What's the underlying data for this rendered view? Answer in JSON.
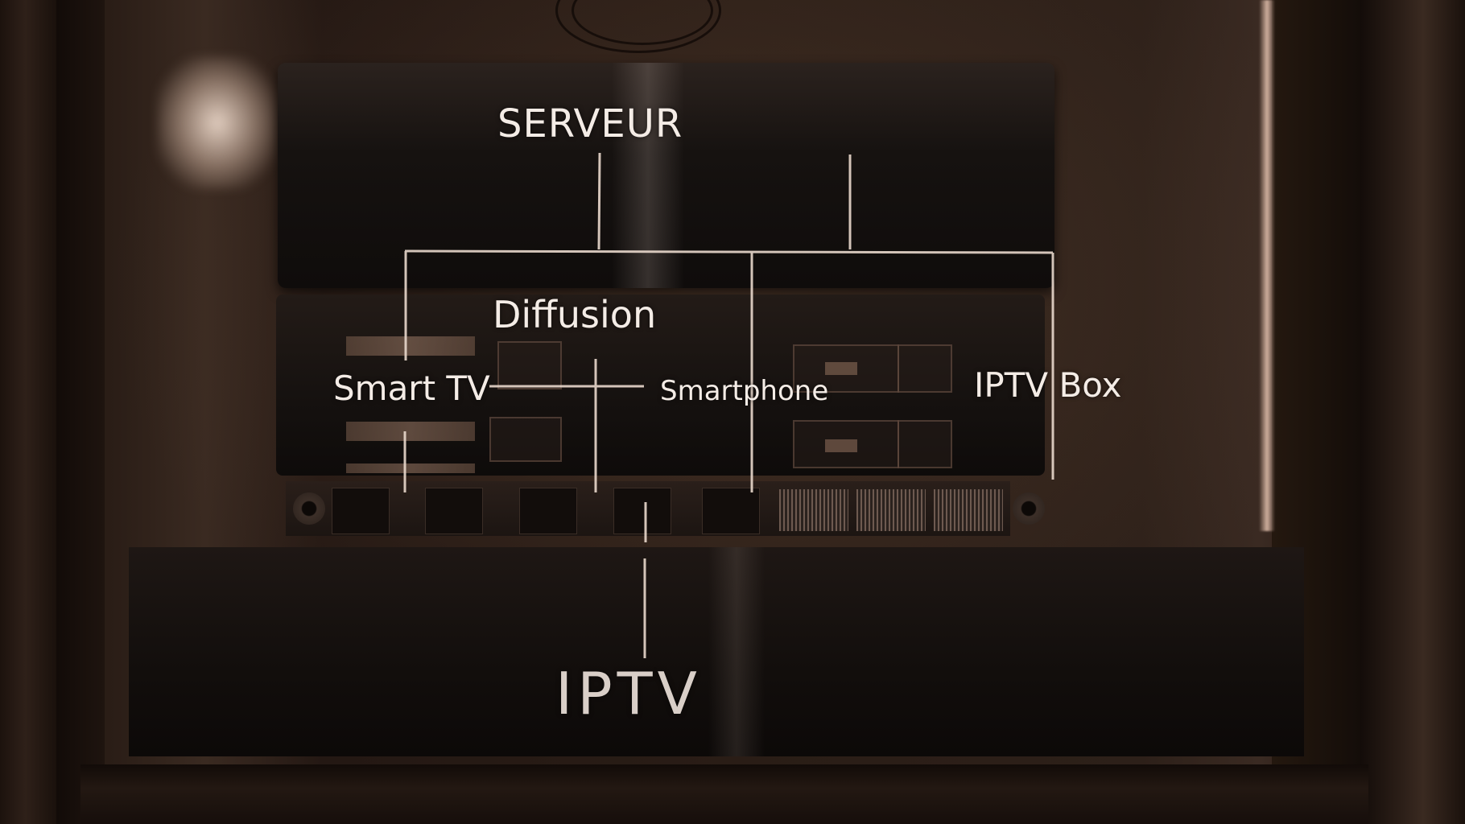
{
  "diagram": {
    "labels": {
      "serveur": "SERVEUR",
      "diffusion": "Diffusion",
      "smart_tv": "Smart TV",
      "smartphone": "Smartphone",
      "iptv_box": "IPTV Box",
      "iptv": "IPTV"
    },
    "line_color": "#e9d8cc"
  },
  "colors": {
    "background": "#120b08",
    "label_text": "#f4ece6"
  }
}
